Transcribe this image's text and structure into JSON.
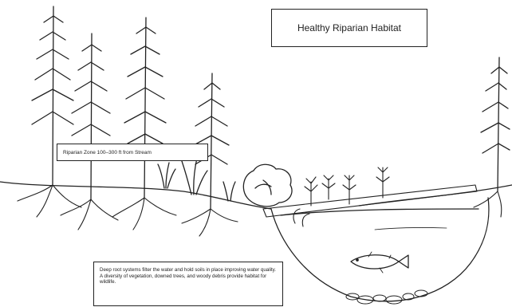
{
  "title": "Healthy Riparian Habitat",
  "zone_label": "Riparian Zone 100–300 ft from Stream",
  "caption": "Deep root systems filter the water and hold soils in place improving water quality. A diversity of vegetation, downed trees, and woody debris provide habitat for wildlife.",
  "colors": {
    "ink": "#222222",
    "paper": "#ffffff"
  },
  "icons": [
    "conifer-tree",
    "grass-tuft",
    "leafy-shrub",
    "trout",
    "stream-stones"
  ]
}
